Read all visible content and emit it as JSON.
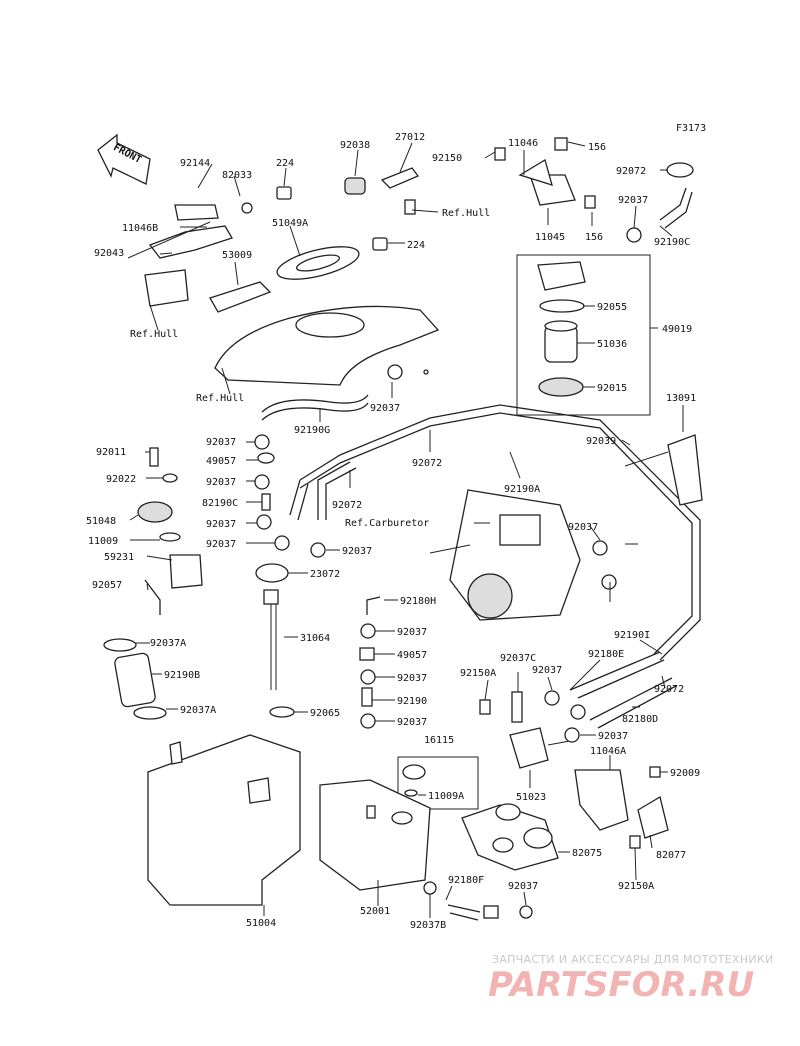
{
  "figure_code": "F3173",
  "front_label": "FRONT",
  "watermark": {
    "tagline": "ЗАПЧАСТИ И АКСЕССУАРЫ ДЛЯ МОТОТЕХНИКИ",
    "brand": "PARTSFOR.RU"
  },
  "ref_labels": {
    "hull_top": "Ref.Hull",
    "hull_left": "Ref.Hull",
    "hull_mid": "Ref.Hull",
    "carburetor": "Ref.Carburetor"
  },
  "bracket_label": "49019",
  "parts": [
    "92144",
    "82033",
    "224",
    "92038",
    "27012",
    "11046",
    "92150",
    "156",
    "92072",
    "92037",
    "11046B",
    "51049A",
    "92043",
    "53009",
    "11045",
    "156",
    "92190C",
    "224",
    "92055",
    "51036",
    "92015",
    "92037",
    "92190G",
    "13091",
    "92011",
    "92037",
    "49057",
    "92072",
    "92039",
    "92022",
    "92037",
    "82190C",
    "92190A",
    "92072",
    "51048",
    "92037",
    "11009",
    "92037",
    "92037",
    "59231",
    "23072",
    "92057",
    "92180H",
    "92037",
    "31064",
    "92037A",
    "92037",
    "92190I",
    "49057",
    "92180E",
    "92190B",
    "92037C",
    "92037",
    "92150A",
    "92037",
    "92190",
    "92072",
    "92037A",
    "92065",
    "92037",
    "82180D",
    "92037",
    "16115",
    "11046A",
    "92009",
    "11009A",
    "51023",
    "82075",
    "82077",
    "92180F",
    "92037",
    "92150A",
    "51004",
    "52001",
    "92037B"
  ]
}
